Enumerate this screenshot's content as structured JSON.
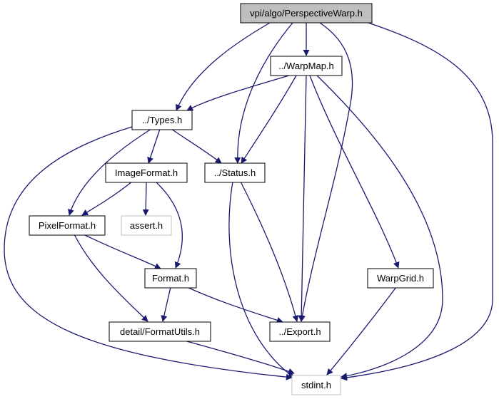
{
  "colors": {
    "edge": "#191970",
    "node_border": "#000000",
    "node_border_missing": "#bfbfbf",
    "root_fill": "#bfbfbf",
    "node_fill": "#ffffff"
  },
  "nodes": {
    "perspective_warp": {
      "label": "vpi/algo/PerspectiveWarp.h"
    },
    "warp_map": {
      "label": "../WarpMap.h"
    },
    "types": {
      "label": "../Types.h"
    },
    "image_format": {
      "label": "ImageFormat.h"
    },
    "status": {
      "label": "../Status.h"
    },
    "pixel_format": {
      "label": "PixelFormat.h"
    },
    "assert": {
      "label": "assert.h"
    },
    "format": {
      "label": "Format.h"
    },
    "warp_grid": {
      "label": "WarpGrid.h"
    },
    "format_utils": {
      "label": "detail/FormatUtils.h"
    },
    "export": {
      "label": "../Export.h"
    },
    "stdint": {
      "label": "stdint.h"
    }
  }
}
